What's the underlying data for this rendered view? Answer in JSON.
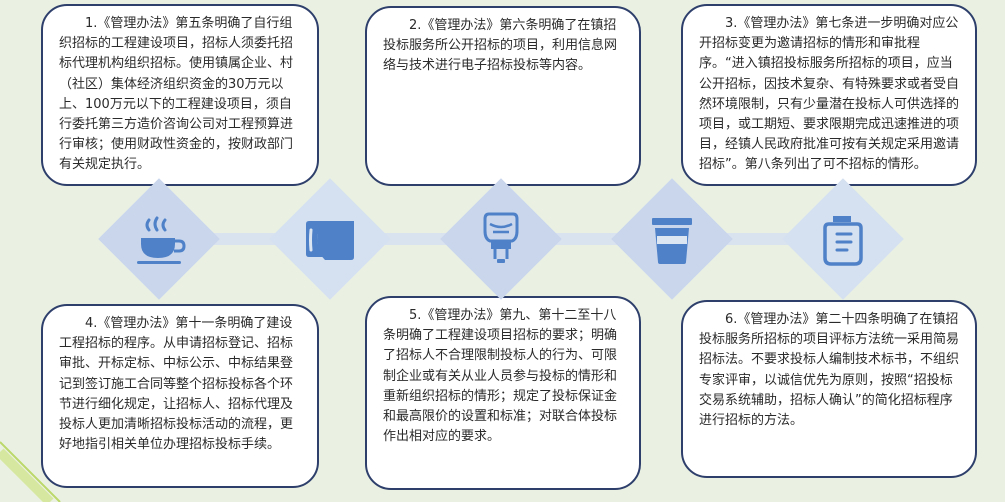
{
  "items": [
    {
      "id": 1,
      "text": "1.《管理办法》第五条明确了自行组织招标的工程建设项目，招标人须委托招标代理机构组织招标。使用镇属企业、村（社区）集体经济组织资金的30万元以上、100万元以下的工程建设项目，须自行委托第三方造价咨询公司对工程预算进行审核；使用财政性资金的，按财政部门有关规定执行。"
    },
    {
      "id": 2,
      "text": "2.《管理办法》第六条明确了在镇招投标服务所公开招标的项目，利用信息网络与技术进行电子招标投标等内容。"
    },
    {
      "id": 3,
      "text": "3.《管理办法》第七条进一步明确对应公开招标变更为邀请招标的情形和审批程序。“进入镇招投标服务所招标的项目，应当公开招标，因技术复杂、有特殊要求或者受自然环境限制，只有少量潜在投标人可供选择的项目，或工期短、要求限期完成迅速推进的项目，经镇人民政府批准可按有关规定采用邀请招标”。第八条列出了可不招标的情形。"
    },
    {
      "id": 4,
      "text": "4.《管理办法》第十一条明确了建设工程招标的程序。从申请招标登记、招标审批、开标定标、中标公示、中标结果登记到签订施工合同等整个招标投标各个环节进行细化规定，让招标人、招标代理及投标人更加清晰招标投标活动的流程，更好地指引相关单位办理招标投标手续。"
    },
    {
      "id": 5,
      "text": "5.《管理办法》第九、第十二至十八条明确了工程建设项目招标的要求；明确了招标人不合理限制投标人的行为、可限制企业或有关从业人员参与投标的情形和重新组织招标的情形；规定了投标保证金和最高限价的设置和标准；对联合体投标作出相对应的要求。"
    },
    {
      "id": 6,
      "text": "6.《管理办法》第二十四条明确了在镇招投标服务所招标的项目评标方法统一采用简易招标法。不要求投标人编制技术标书，不组织专家评审，以诚信优先为原则，按照“招投标交易系统辅助，招标人确认”的简化招标程序进行招标的方法。"
    }
  ],
  "icons": [
    "coffee-cup-icon",
    "mug-icon",
    "blender-icon",
    "paper-cup-icon",
    "jar-icon"
  ],
  "colors": {
    "background": "#eaf1e3",
    "box_border": "#2e3f6b",
    "diamond_fill": "#c9d6ec",
    "icon_color": "#4f81c8"
  }
}
